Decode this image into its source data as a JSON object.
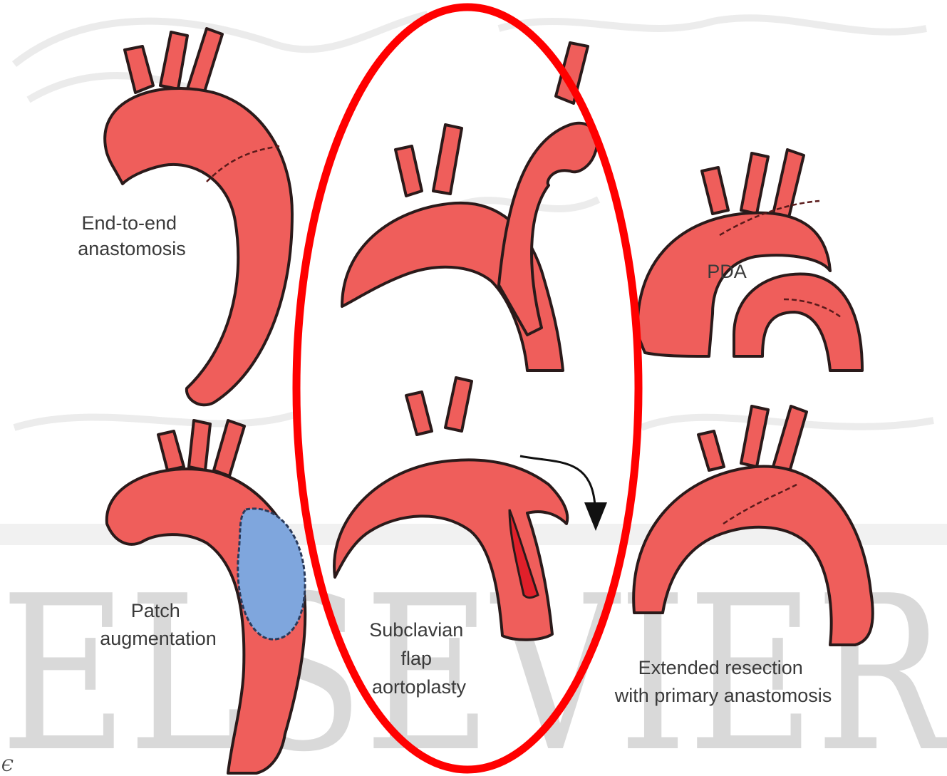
{
  "figure": {
    "watermark": "ELSEVIER",
    "corner_mark": "Є",
    "panels": [
      {
        "id": "end-to-end",
        "label_lines": [
          "End-to-end",
          "anastomosis"
        ]
      },
      {
        "id": "patch",
        "label_lines": [
          "Patch",
          "augmentation"
        ]
      },
      {
        "id": "subclavian",
        "label_lines": [
          "Subclavian",
          "flap",
          "aortoplasty"
        ]
      },
      {
        "id": "extended",
        "label_lines": [
          "Extended resection",
          "with primary anastomosis"
        ],
        "annotation": "PDA"
      }
    ],
    "colors": {
      "aorta": "#ef5e5b",
      "outline": "#2a1a1a",
      "patch": "#7fa6dd",
      "flap_cut": "#e0202a",
      "highlight_ellipse": "#ff0000",
      "watermark": "#d9d9d9"
    }
  }
}
